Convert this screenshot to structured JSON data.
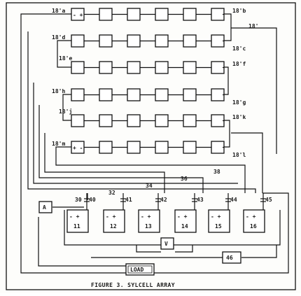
{
  "caption": "FIGURE 3. SYLCELL ARRAY",
  "rows": [
    {
      "left": "18'a",
      "right": "18'b",
      "first": "- +"
    },
    {
      "left": "18'd",
      "right": "18'c",
      "first": ""
    },
    {
      "left": "18'e",
      "right": "18'f",
      "first": ""
    },
    {
      "left": "18'h",
      "right": "18'g",
      "first": ""
    },
    {
      "left": "18'j",
      "right": "18'k",
      "first": ""
    },
    {
      "left": "18'm",
      "right": "18'l",
      "first": "+ -"
    }
  ],
  "side_label": "18'",
  "switch_labels": [
    "40",
    "41",
    "42",
    "43",
    "44",
    "45"
  ],
  "lead_labels": [
    "30",
    "32",
    "34",
    "36",
    "38"
  ],
  "batteries": [
    {
      "id": "11",
      "polarity": "- +"
    },
    {
      "id": "12",
      "polarity": "- +"
    },
    {
      "id": "13",
      "polarity": "- +"
    },
    {
      "id": "14",
      "polarity": "- +"
    },
    {
      "id": "15",
      "polarity": "- +"
    },
    {
      "id": "16",
      "polarity": "- +"
    }
  ],
  "meters": {
    "ammeter": "A",
    "voltmeter": "V",
    "box46": "46"
  },
  "load_label": "LOAD"
}
